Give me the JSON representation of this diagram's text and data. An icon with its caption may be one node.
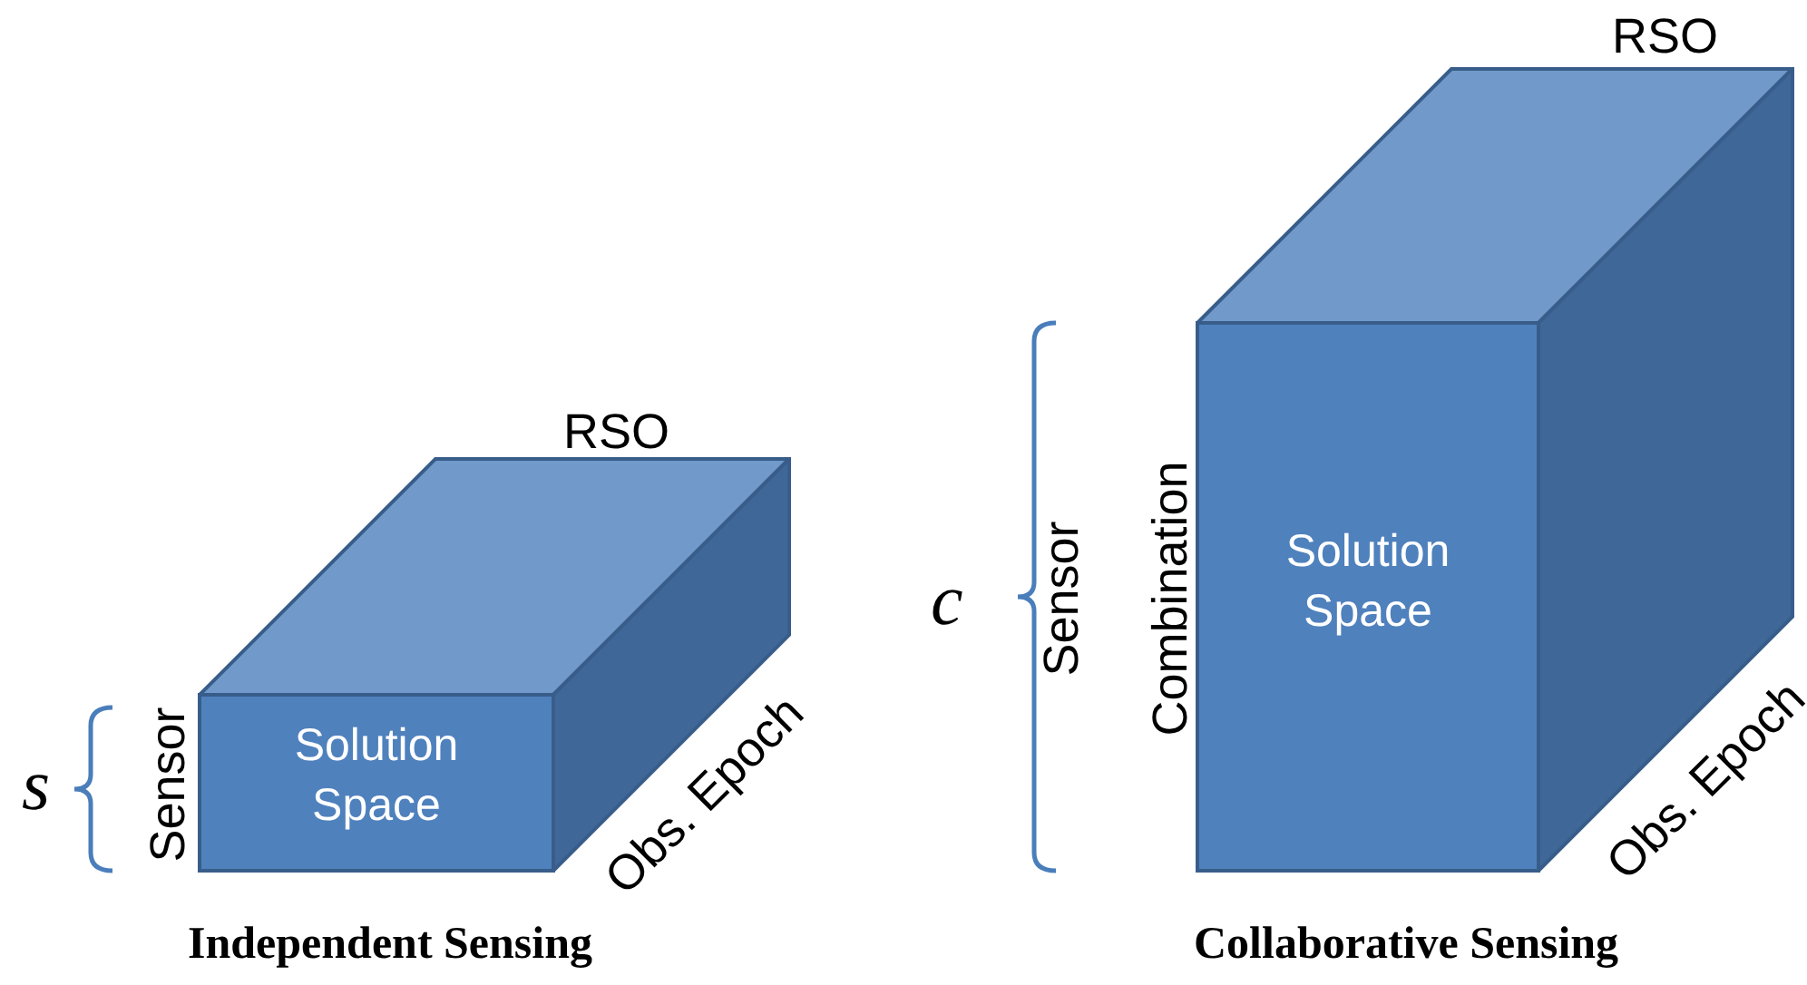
{
  "diagram": {
    "nodes": [
      {
        "text": [
          "Solution Space"
        ]
      },
      {
        "text": [
          "Solution Space"
        ]
      }
    ],
    "labels": [
      "RSO",
      "s",
      "Sensor",
      "Obs. Epoch",
      "Independent Sensing",
      "RSO",
      "c",
      "Sensor Combination",
      "Obs. Epoch",
      "Collaborative Sensing"
    ]
  }
}
